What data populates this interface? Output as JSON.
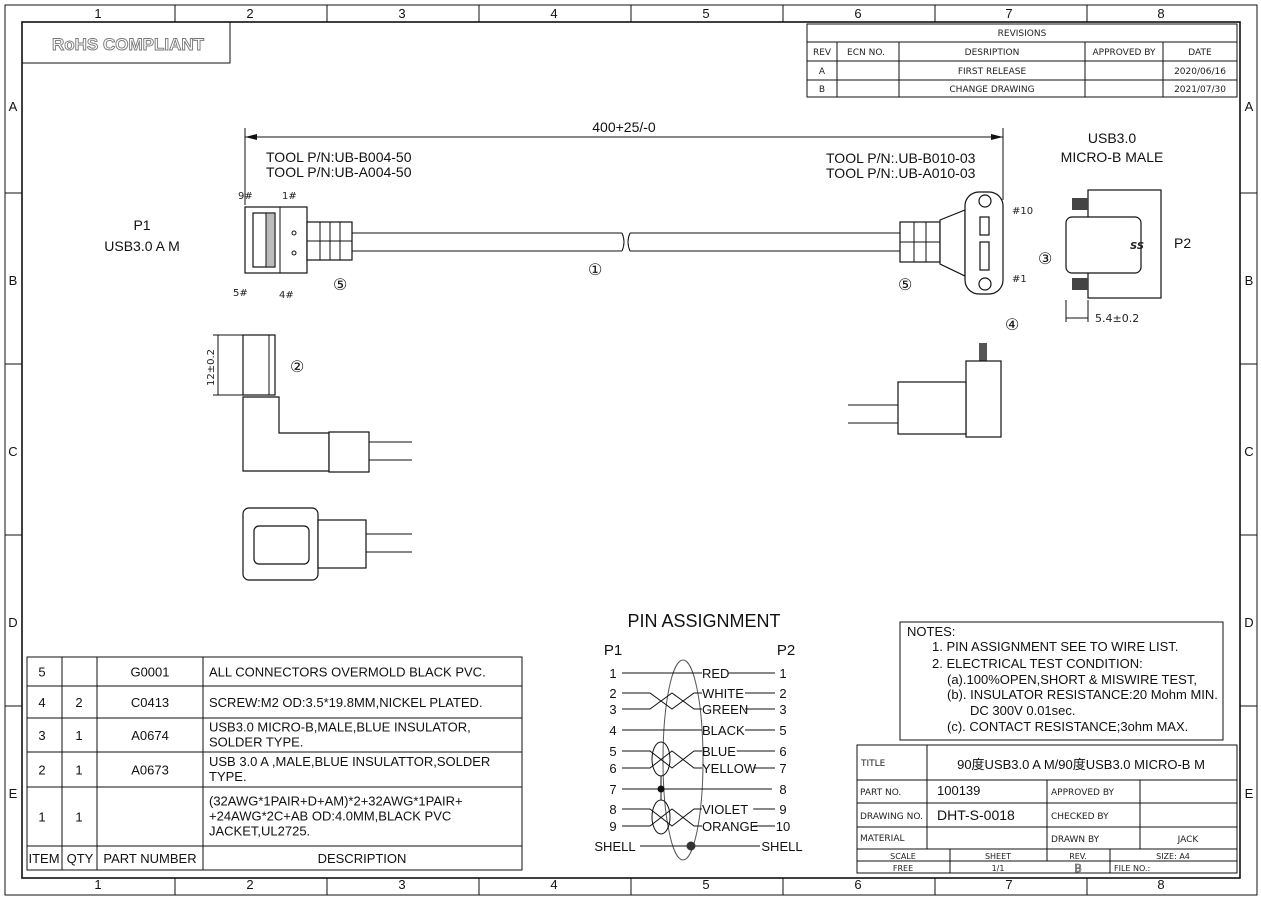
{
  "frame": {
    "columns": [
      "1",
      "2",
      "3",
      "4",
      "5",
      "6",
      "7",
      "8"
    ],
    "rows": [
      "A",
      "B",
      "C",
      "D",
      "E"
    ]
  },
  "rohs": "RoHS COMPLIANT",
  "revisions": {
    "title": "REVISIONS",
    "headers": [
      "REV",
      "ECN NO.",
      "DESRIPTION",
      "APPROVED BY",
      "DATE"
    ],
    "rows": [
      [
        "A",
        "",
        "FIRST RELEASE",
        "",
        "2020/06/16"
      ],
      [
        "B",
        "",
        "CHANGE DRAWING",
        "",
        "2021/07/30"
      ]
    ]
  },
  "drawing": {
    "length": "400+25/-0",
    "tool_left": [
      "TOOL P/N:UB-B004-50",
      "TOOL P/N:UB-A004-50"
    ],
    "tool_right": [
      "TOOL P/N:.UB-B010-03",
      "TOOL P/N:.UB-A010-03"
    ],
    "p1_label": [
      "P1",
      "USB3.0 A M"
    ],
    "p2_title": [
      "USB3.0",
      "MICRO-B MALE"
    ],
    "p2_label": "P2",
    "pins_left": [
      "9#",
      "1#",
      "5#",
      "4#"
    ],
    "pins_right": [
      "#10",
      "#1"
    ],
    "callouts": [
      "①",
      "②",
      "③",
      "④",
      "⑤"
    ],
    "dim_height": "12±0.2",
    "dim_depth": "5.4±0.2",
    "ss_logo": "SS"
  },
  "pin_assignment": {
    "title": "PIN ASSIGNMENT",
    "left_header": "P1",
    "right_header": "P2",
    "rows": [
      {
        "p1": "1",
        "wire": "RED",
        "p2": "1"
      },
      {
        "p1": "2",
        "wire": "WHITE",
        "p2": "2"
      },
      {
        "p1": "3",
        "wire": "GREEN",
        "p2": "3"
      },
      {
        "p1": "4",
        "wire": "BLACK",
        "p2": "5"
      },
      {
        "p1": "5",
        "wire": "BLUE",
        "p2": "6"
      },
      {
        "p1": "6",
        "wire": "YELLOW",
        "p2": "7"
      },
      {
        "p1": "7",
        "wire": "",
        "p2": "8"
      },
      {
        "p1": "8",
        "wire": "VIOLET",
        "p2": "9"
      },
      {
        "p1": "9",
        "wire": "ORANGE",
        "p2": "10"
      },
      {
        "p1": "SHELL",
        "wire": "",
        "p2": "SHELL"
      }
    ]
  },
  "notes": {
    "title": "NOTES:",
    "lines": [
      "1. PIN ASSIGNMENT SEE TO WIRE LIST.",
      "2. ELECTRICAL TEST CONDITION:",
      "(a).100%OPEN,SHORT & MISWIRE TEST,",
      "(b). INSULATOR RESISTANCE:20 Mohm MIN.",
      "DC 300V 0.01sec.",
      "(c). CONTACT RESISTANCE;3ohm MAX."
    ]
  },
  "bom": {
    "headers": [
      "ITEM",
      "QTY",
      "PART NUMBER",
      "DESCRIPTION"
    ],
    "rows": [
      {
        "item": "5",
        "qty": "",
        "pn": "G0001",
        "desc": [
          "ALL CONNECTORS OVERMOLD BLACK PVC."
        ]
      },
      {
        "item": "4",
        "qty": "2",
        "pn": "C0413",
        "desc": [
          "SCREW:M2  OD:3.5*19.8MM,NICKEL PLATED."
        ]
      },
      {
        "item": "3",
        "qty": "1",
        "pn": "A0674",
        "desc": [
          "USB3.0 MICRO-B,MALE,BLUE  INSULATOR,",
          "SOLDER TYPE."
        ]
      },
      {
        "item": "2",
        "qty": "1",
        "pn": "A0673",
        "desc": [
          "USB 3.0 A ,MALE,BLUE INSULATTOR,SOLDER",
          "TYPE."
        ]
      },
      {
        "item": "1",
        "qty": "1",
        "pn": "",
        "desc": [
          "(32AWG*1PAIR+D+AM)*2+32AWG*1PAIR+",
          "+24AWG*2C+AB OD:4.0MM,BLACK PVC",
          "JACKET,UL2725."
        ]
      }
    ]
  },
  "title_block": {
    "title_label": "TITLE",
    "title": "90度USB3.0 A M/90度USB3.0 MICRO-B M",
    "part_no_label": "PART NO.",
    "part_no": "100139",
    "approved_label": "APPROVED BY",
    "approved": "",
    "drawing_no_label": "DRAWING NO.",
    "drawing_no": "DHT-S-0018",
    "checked_label": "CHECKED BY",
    "checked": "",
    "material_label": "MATERIAL",
    "material": "",
    "drawn_label": "DRAWN BY",
    "drawn": "JACK",
    "scale_label": "SCALE",
    "scale": "FREE",
    "sheet_label": "SHEET",
    "sheet": "1/1",
    "rev_label": "REV.",
    "rev": "B",
    "size_label": "SIZE:  A4",
    "file_label": "FILE NO.:"
  }
}
